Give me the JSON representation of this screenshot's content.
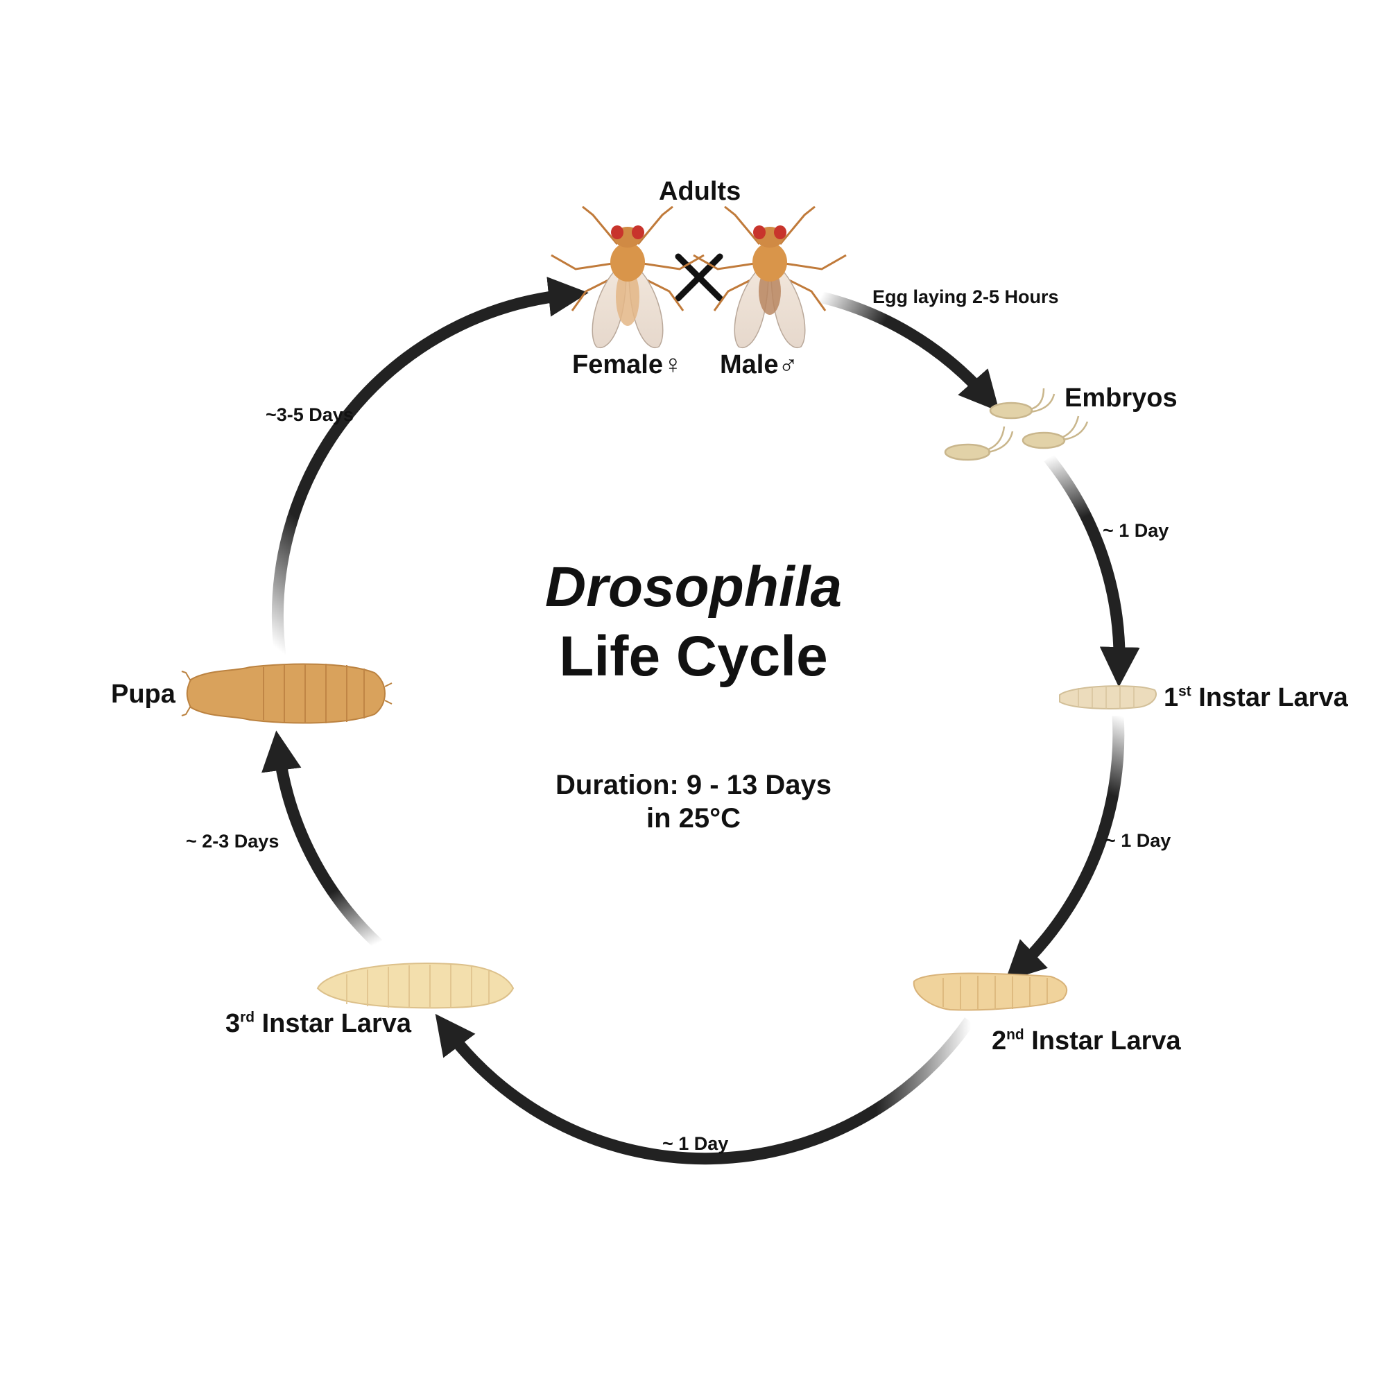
{
  "title": {
    "species": "Drosophila",
    "subtitle": "Life Cycle"
  },
  "duration": {
    "line1": "Duration: 9 - 13 Days",
    "line2": "in 25°C"
  },
  "cross_symbol": "×",
  "adults": {
    "label": "Adults",
    "female": "Female",
    "female_symbol": "♀",
    "male": "Male",
    "male_symbol": "♂"
  },
  "stages": {
    "embryos": "Embryos",
    "instar1": {
      "num": "1",
      "suffix": "st",
      "text": "Instar Larva"
    },
    "instar2": {
      "num": "2",
      "suffix": "nd",
      "text": "Instar Larva"
    },
    "instar3": {
      "num": "3",
      "suffix": "rd",
      "text": "Instar Larva"
    },
    "pupa": "Pupa"
  },
  "durations": {
    "adults_to_embryos": "Egg laying 2-5 Hours",
    "embryos_to_l1": "~ 1 Day",
    "l1_to_l2": "~ 1 Day",
    "l2_to_l3": "~ 1 Day",
    "l3_to_pupa": "~ 2-3 Days",
    "pupa_to_adults": "~3-5 Days"
  },
  "colors": {
    "arrow": "#222222",
    "fly_body": "#d9954a",
    "fly_eye": "#c8342c",
    "egg": "#e2d2a8",
    "larva_light": "#f0d9a4",
    "pupa": "#d9a25c"
  }
}
